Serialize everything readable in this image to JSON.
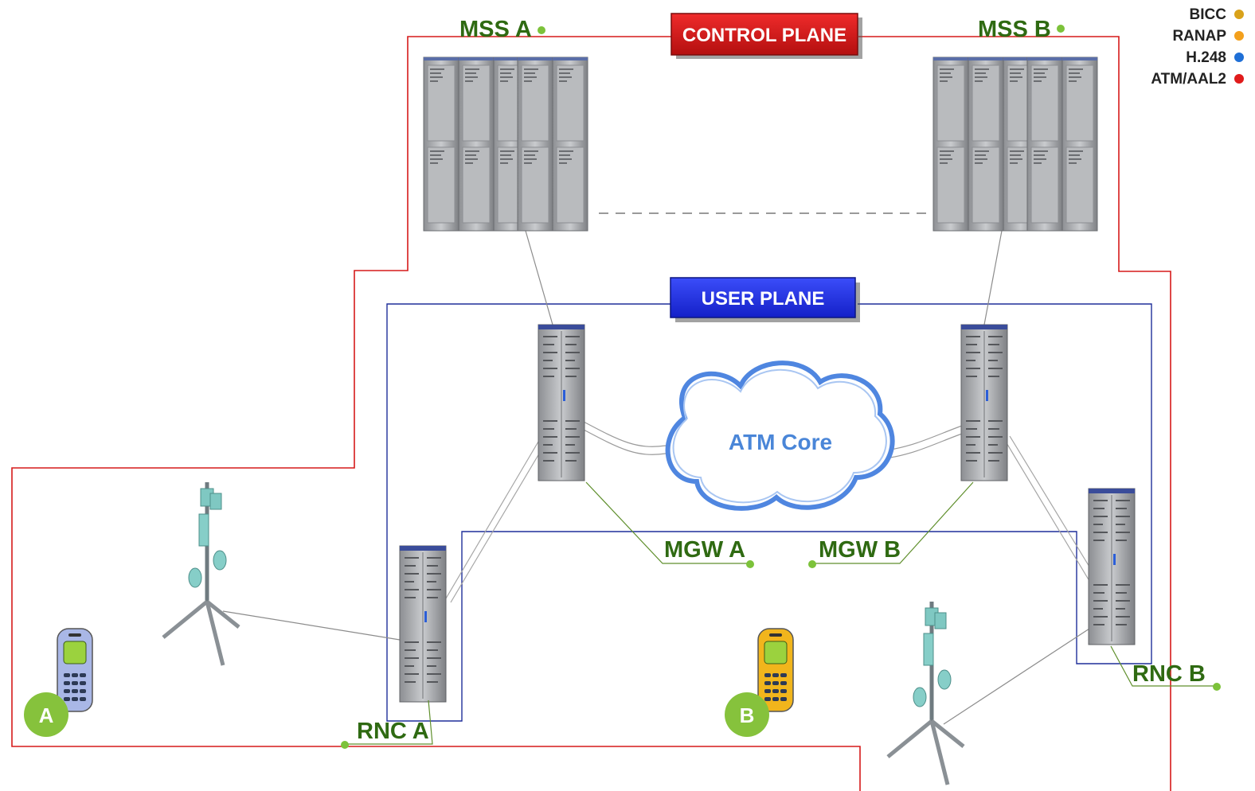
{
  "legend": [
    {
      "label": "BICC",
      "color": "#d9a21a"
    },
    {
      "label": "RANAP",
      "color": "#f3a01c"
    },
    {
      "label": "H.248",
      "color": "#1f6fd6"
    },
    {
      "label": "ATM/AAL2",
      "color": "#e01b1b"
    }
  ],
  "planes": {
    "control": {
      "label": "CONTROL PLANE",
      "color": "#d61a1a"
    },
    "user": {
      "label": "USER PLANE",
      "color": "#1f2fd8"
    }
  },
  "nodes": {
    "mss_a": "MSS A",
    "mss_b": "MSS B",
    "mgw_a": "MGW A",
    "mgw_b": "MGW B",
    "rnc_a": "RNC A",
    "rnc_b": "RNC B"
  },
  "core": {
    "label": "ATM Core"
  },
  "terminals": {
    "a": "A",
    "b": "B"
  },
  "colors": {
    "label_green": "#2f6a12",
    "dot_green": "#7cc23a",
    "plane_red": "#d61a1a",
    "plane_blue": "#1f2f9a"
  }
}
